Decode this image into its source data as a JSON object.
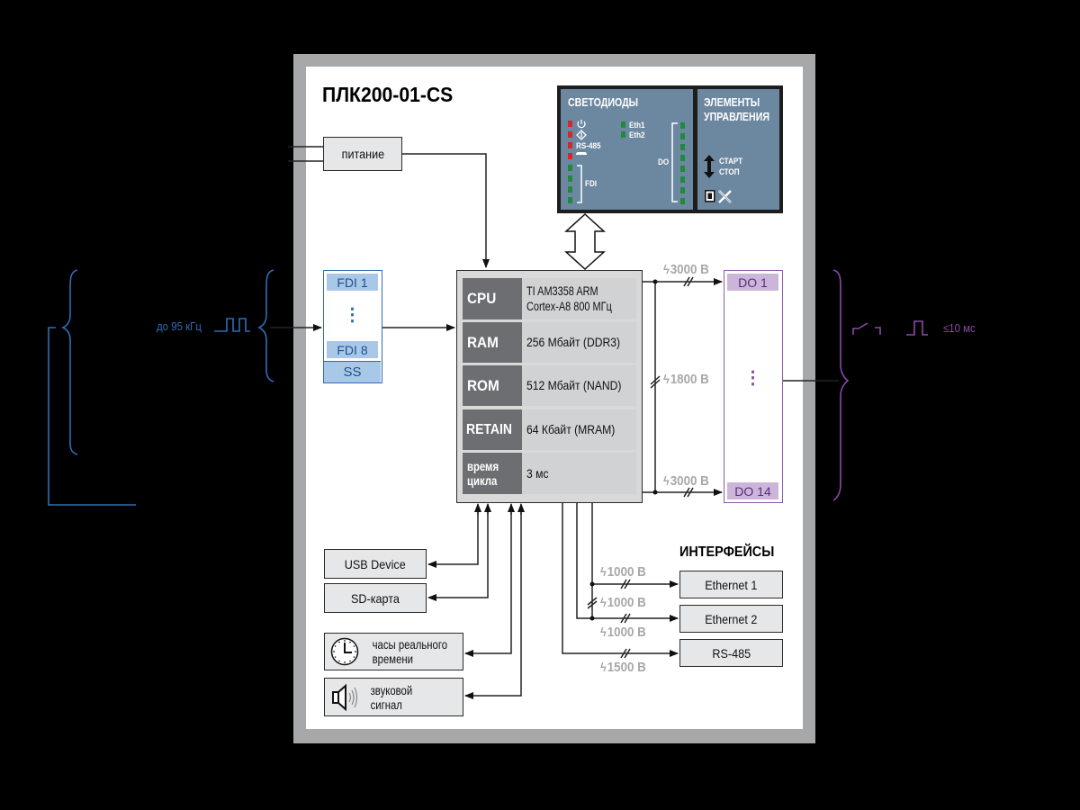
{
  "device": {
    "title": "ПЛК200-01-CS"
  },
  "power": {
    "label": "питание"
  },
  "led_panel": {
    "title": "СВЕТОДИОДЫ",
    "leds_left": [
      {
        "color": "#d7262a",
        "label": "power-icon"
      },
      {
        "color": "#d7262a",
        "label": "run-icon"
      },
      {
        "color": "#d7262a",
        "label": "RS-485"
      },
      {
        "color": "#d7262a",
        "label": "sd-card-icon"
      },
      {
        "color": "#1f8a3c",
        "label": ""
      },
      {
        "color": "#1f8a3c",
        "label": ""
      },
      {
        "color": "#1f8a3c",
        "label": ""
      },
      {
        "color": "#1f8a3c",
        "label": ""
      }
    ],
    "rs485_label": "RS-485",
    "fdi_label": "FDI",
    "eth1_label": "Eth1",
    "eth2_label": "Eth2",
    "do_label": "DO",
    "do_led_count": 8,
    "colors": {
      "red": "#d7262a",
      "green": "#1f8a3c",
      "panel": "#6c87a0"
    }
  },
  "controls_panel": {
    "title_line1": "ЭЛЕМЕНТЫ",
    "title_line2": "УПРАВЛЕНИЯ",
    "start_label": "СТАРТ",
    "stop_label": "СТОП"
  },
  "cpu_block": {
    "rows": [
      {
        "key": "CPU",
        "value_line1": "TI AM3358 ARM",
        "value_line2": "Cortex-A8 800 МГц"
      },
      {
        "key": "RAM",
        "value_line1": "256 Мбайт (DDR3)",
        "value_line2": ""
      },
      {
        "key": "ROM",
        "value_line1": "512 Мбайт (NAND)",
        "value_line2": ""
      },
      {
        "key": "RETAIN",
        "value_line1": "64 Кбайт (MRAM)",
        "value_line2": ""
      },
      {
        "key": "время цикла",
        "key_line1": "время",
        "key_line2": "цикла",
        "value_line1": "3 мс",
        "value_line2": ""
      }
    ]
  },
  "inputs": {
    "first": "FDI 1",
    "dots": "⋮",
    "last": "FDI 8",
    "ss": "SS",
    "signal_text": "до 95 кГц",
    "color": "#2f6db5"
  },
  "outputs": {
    "first": "DO 1",
    "dots": "⋮",
    "last": "DO 14",
    "signal_text": "≤10 мс",
    "color": "#8a4aa8",
    "isolation": [
      {
        "bolt": "ϟ",
        "value": "3000 В"
      },
      {
        "bolt": "ϟ",
        "value": "1800 В"
      },
      {
        "bolt": "ϟ",
        "value": "3000 В"
      }
    ]
  },
  "peripherals": {
    "usb": "USB Device",
    "sd": "SD-карта",
    "rtc_line1": "часы реального",
    "rtc_line2": "времени",
    "buzzer_line1": "звуковой",
    "buzzer_line2": "сигнал"
  },
  "interfaces": {
    "title": "ИНТЕРФЕЙСЫ",
    "items": [
      "Ethernet 1",
      "Ethernet 2",
      "RS-485"
    ],
    "isolation": [
      {
        "bolt": "ϟ",
        "value": "1000 В"
      },
      {
        "bolt": "ϟ",
        "value": "1000 В"
      },
      {
        "bolt": "ϟ",
        "value": "1000 В"
      },
      {
        "bolt": "ϟ",
        "value": "1500 В"
      }
    ]
  }
}
